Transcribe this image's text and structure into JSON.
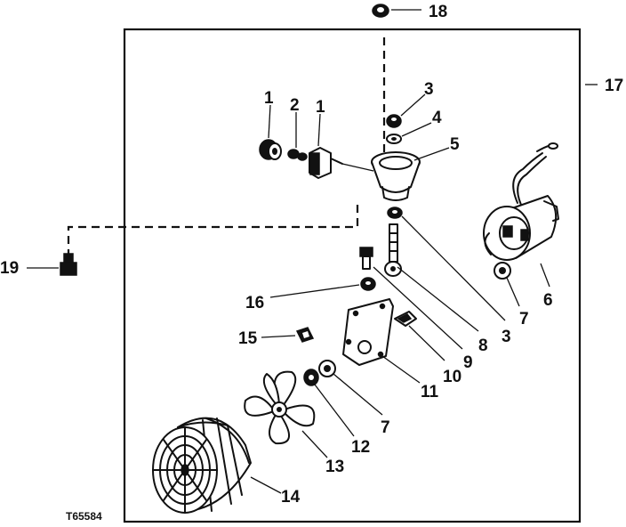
{
  "figure_id": "T65584",
  "callouts": {
    "c1a": "1",
    "c1b": "1",
    "c2": "2",
    "c3a": "3",
    "c3b": "3",
    "c4": "4",
    "c5": "5",
    "c6": "6",
    "c7a": "7",
    "c7b": "7",
    "c8": "8",
    "c9": "9",
    "c10": "10",
    "c11": "11",
    "c12": "12",
    "c13": "13",
    "c14": "14",
    "c15": "15",
    "c16": "16",
    "c17": "17",
    "c18": "18",
    "c19": "19"
  }
}
